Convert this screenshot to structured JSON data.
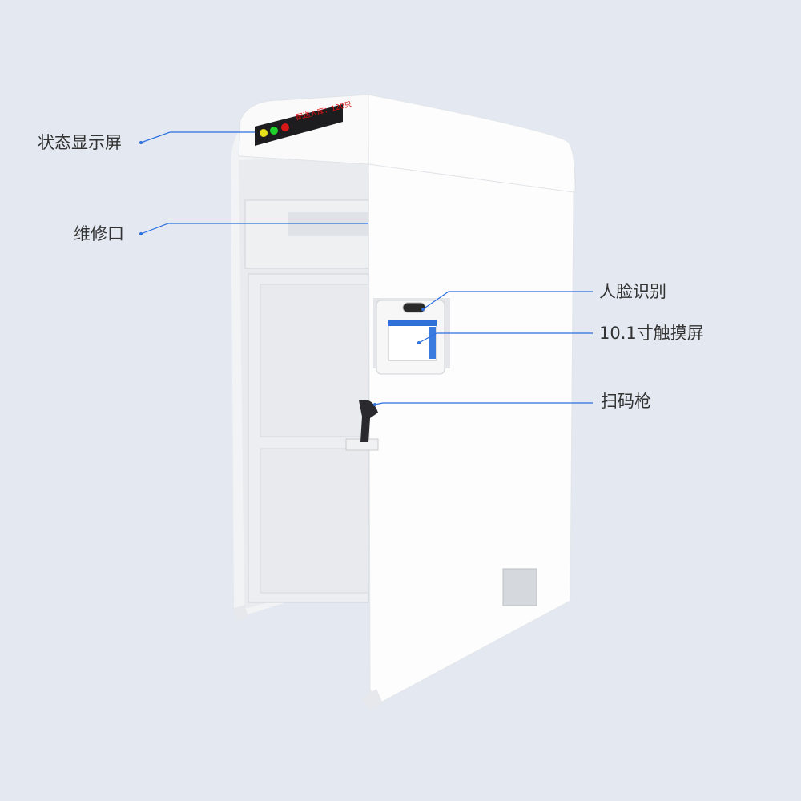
{
  "labels": {
    "status_display": "状态显示屏",
    "maintenance_port": "维修口",
    "face_recognition": "人脸识别",
    "touch_screen": "10.1寸触摸屏",
    "scanner": "扫码枪"
  },
  "led_display": {
    "text": "配送入库：120只"
  },
  "colors": {
    "background": "#e3e8f1",
    "callout_line": "#2b6fe0",
    "led_text": "#e01010"
  }
}
